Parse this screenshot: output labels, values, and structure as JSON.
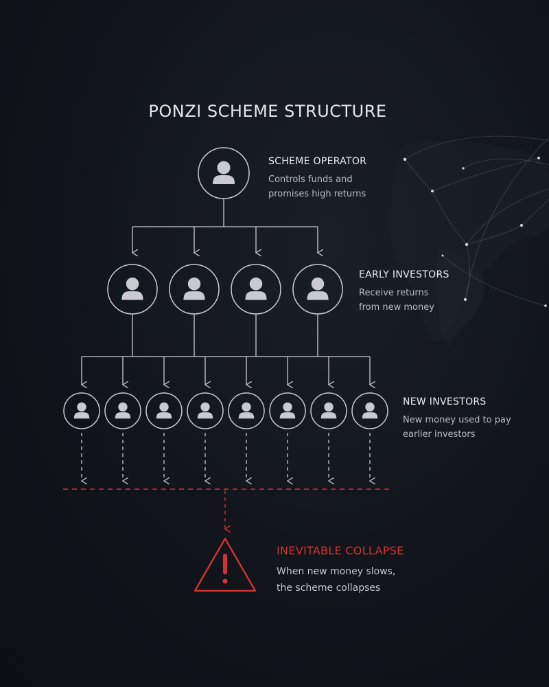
{
  "diagram": {
    "title": "PONZI SCHEME STRUCTURE",
    "operator": {
      "heading": "SCHEME OPERATOR",
      "desc_line1": "Controls funds and",
      "desc_line2": "promises high returns"
    },
    "early_investors": {
      "heading": "EARLY INVESTORS",
      "desc_line1": "Receive returns",
      "desc_line2": "from new money",
      "count": 4
    },
    "new_investors": {
      "heading": "NEW INVESTORS",
      "desc_line1": "New money used to pay",
      "desc_line2": "earlier investors",
      "count": 8
    },
    "collapse": {
      "heading": "INEVITABLE COLLAPSE",
      "desc_line1": "When new money slows,",
      "desc_line2": "the scheme collapses"
    }
  },
  "colors": {
    "background": "#11151b",
    "line": "#c9ccd1",
    "icon": "#c8cacf",
    "warning": "#d3332f"
  }
}
